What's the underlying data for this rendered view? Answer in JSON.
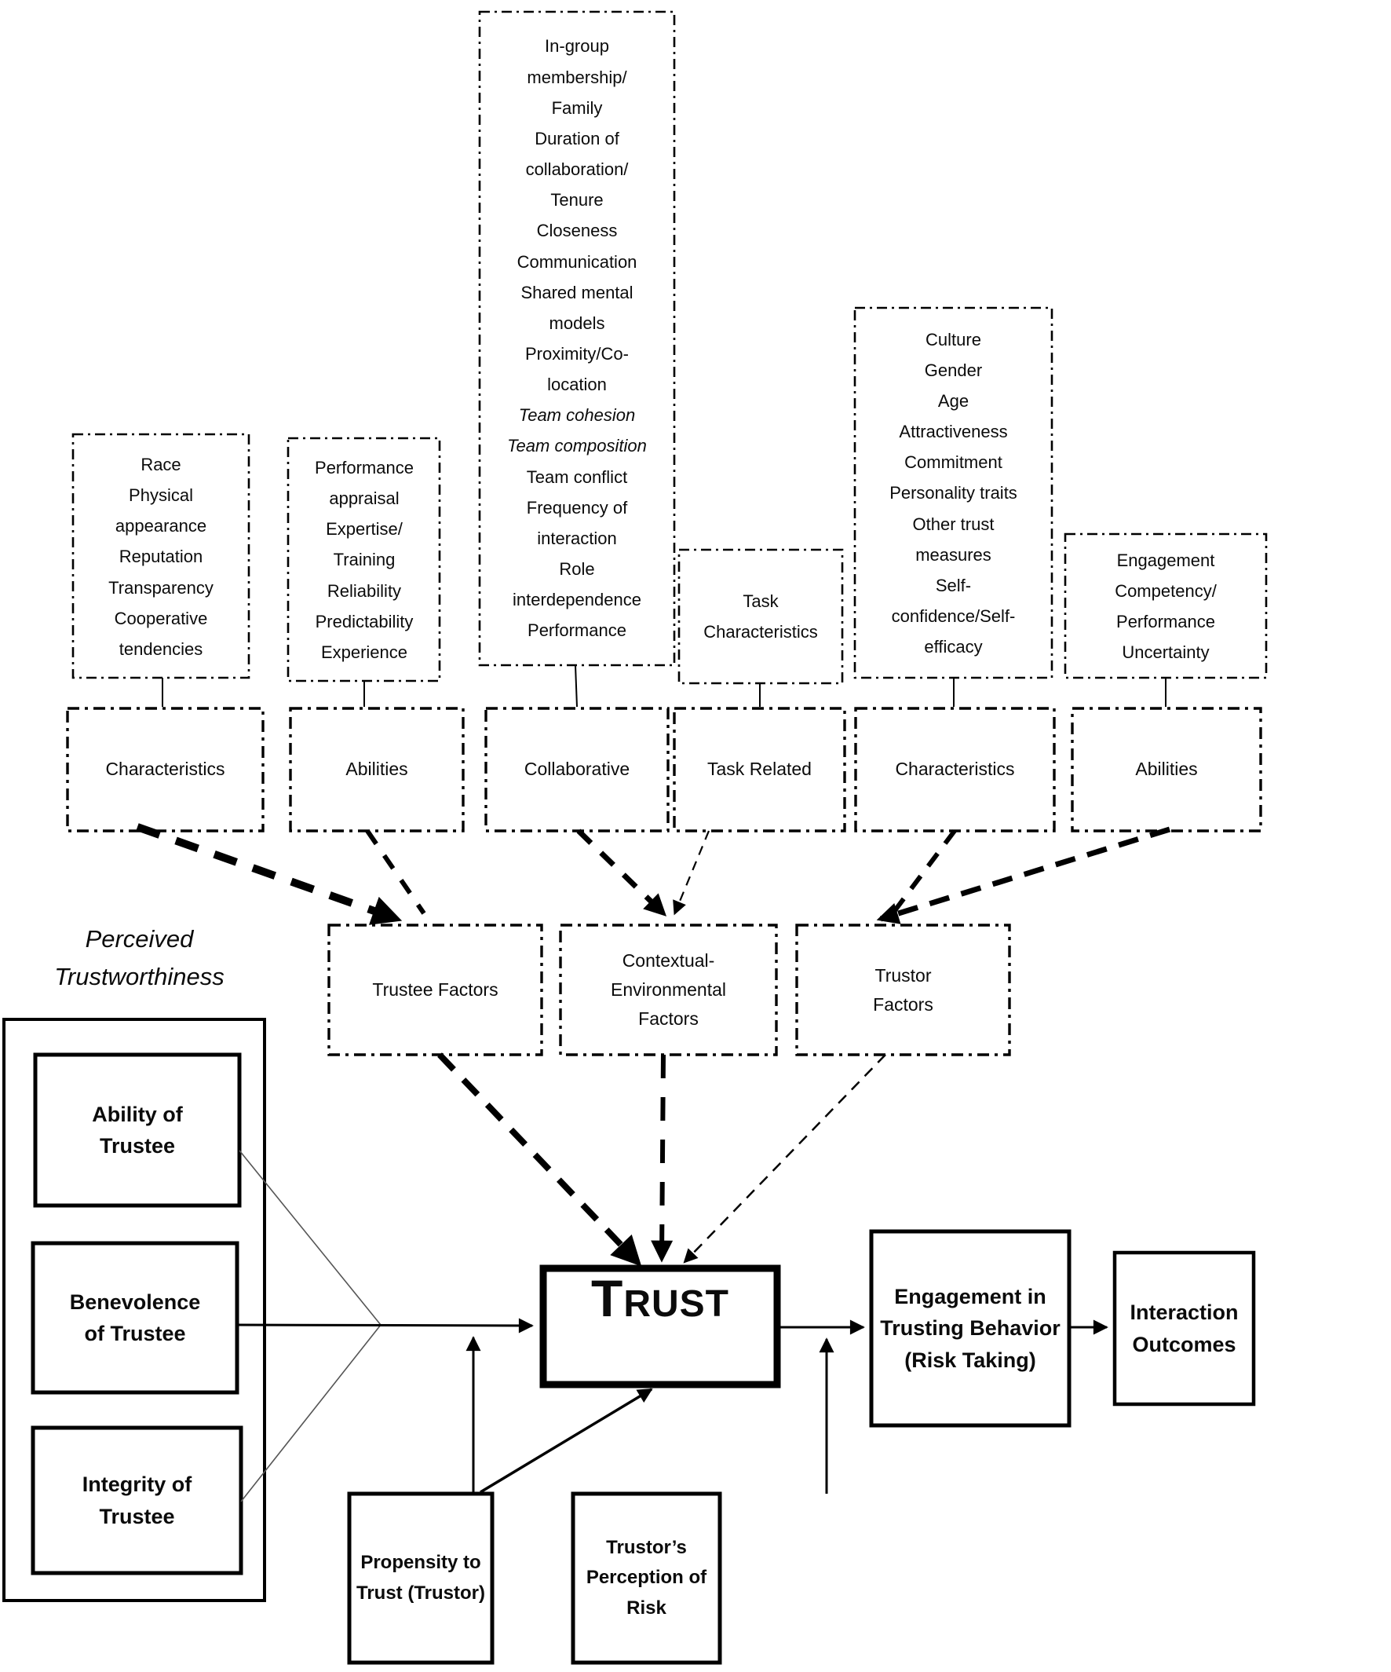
{
  "diagram": {
    "background": "#ffffff",
    "line_color": "#000000",
    "thin_link_color": "#555555"
  },
  "perceived": {
    "heading": "Perceived\nTrustworthiness",
    "ability": "Ability of\nTrustee",
    "benevolence": "Benevolence\nof Trustee",
    "integrity": "Integrity of\nTrustee"
  },
  "antecedent_lists": {
    "trustee_characteristics": {
      "items": [
        "Race",
        "Physical\nappearance",
        "Reputation",
        "Transparency",
        "Cooperative\ntendencies"
      ]
    },
    "trustee_abilities": {
      "items": [
        "Performance\nappraisal",
        "Expertise/\nTraining",
        "Reliability",
        "Predictability",
        "Experience"
      ]
    },
    "collaborative": {
      "items_top": [
        "In-group\nmembership/\nFamily",
        "Duration of\ncollaboration/\nTenure",
        "Closeness",
        "Communication",
        "Shared mental\nmodels",
        "Proximity/Co-\nlocation"
      ],
      "items_italic": [
        "Team cohesion",
        "Team composition"
      ],
      "items_bottom": [
        "Team conflict",
        "Frequency of\ninteraction",
        "Role\ninterdependence",
        "Performance"
      ]
    },
    "task": {
      "label": "Task Characteristics"
    },
    "trustor_characteristics": {
      "items": [
        "Culture",
        "Gender",
        "Age",
        "Attractiveness",
        "Commitment",
        "Personality traits",
        "Other trust\nmeasures",
        "Self-\nconfidence/Self-\nefficacy"
      ]
    },
    "trustor_abilities": {
      "items": [
        "Engagement",
        "Competency/\nPerformance",
        "Uncertainty"
      ]
    }
  },
  "category_boxes": {
    "trustee_characteristics": "Characteristics",
    "trustee_abilities": "Abilities",
    "collaborative": "Collaborative",
    "task_related": "Task Related",
    "trustor_characteristics": "Characteristics",
    "trustor_abilities": "Abilities"
  },
  "factor_boxes": {
    "trustee": "Trustee Factors",
    "contextual": "Contextual-\nEnvironmental\nFactors",
    "trustor": "Trustor\nFactors"
  },
  "core": {
    "trust_initial": "T",
    "trust_rest": "RUST",
    "engagement": "Engagement in\nTrusting Behavior\n(Risk Taking)",
    "outcomes": "Interaction\nOutcomes",
    "propensity": "Propensity to\nTrust (Trustor)",
    "risk_perception": "Trustor’s\nPerception of\nRisk"
  }
}
